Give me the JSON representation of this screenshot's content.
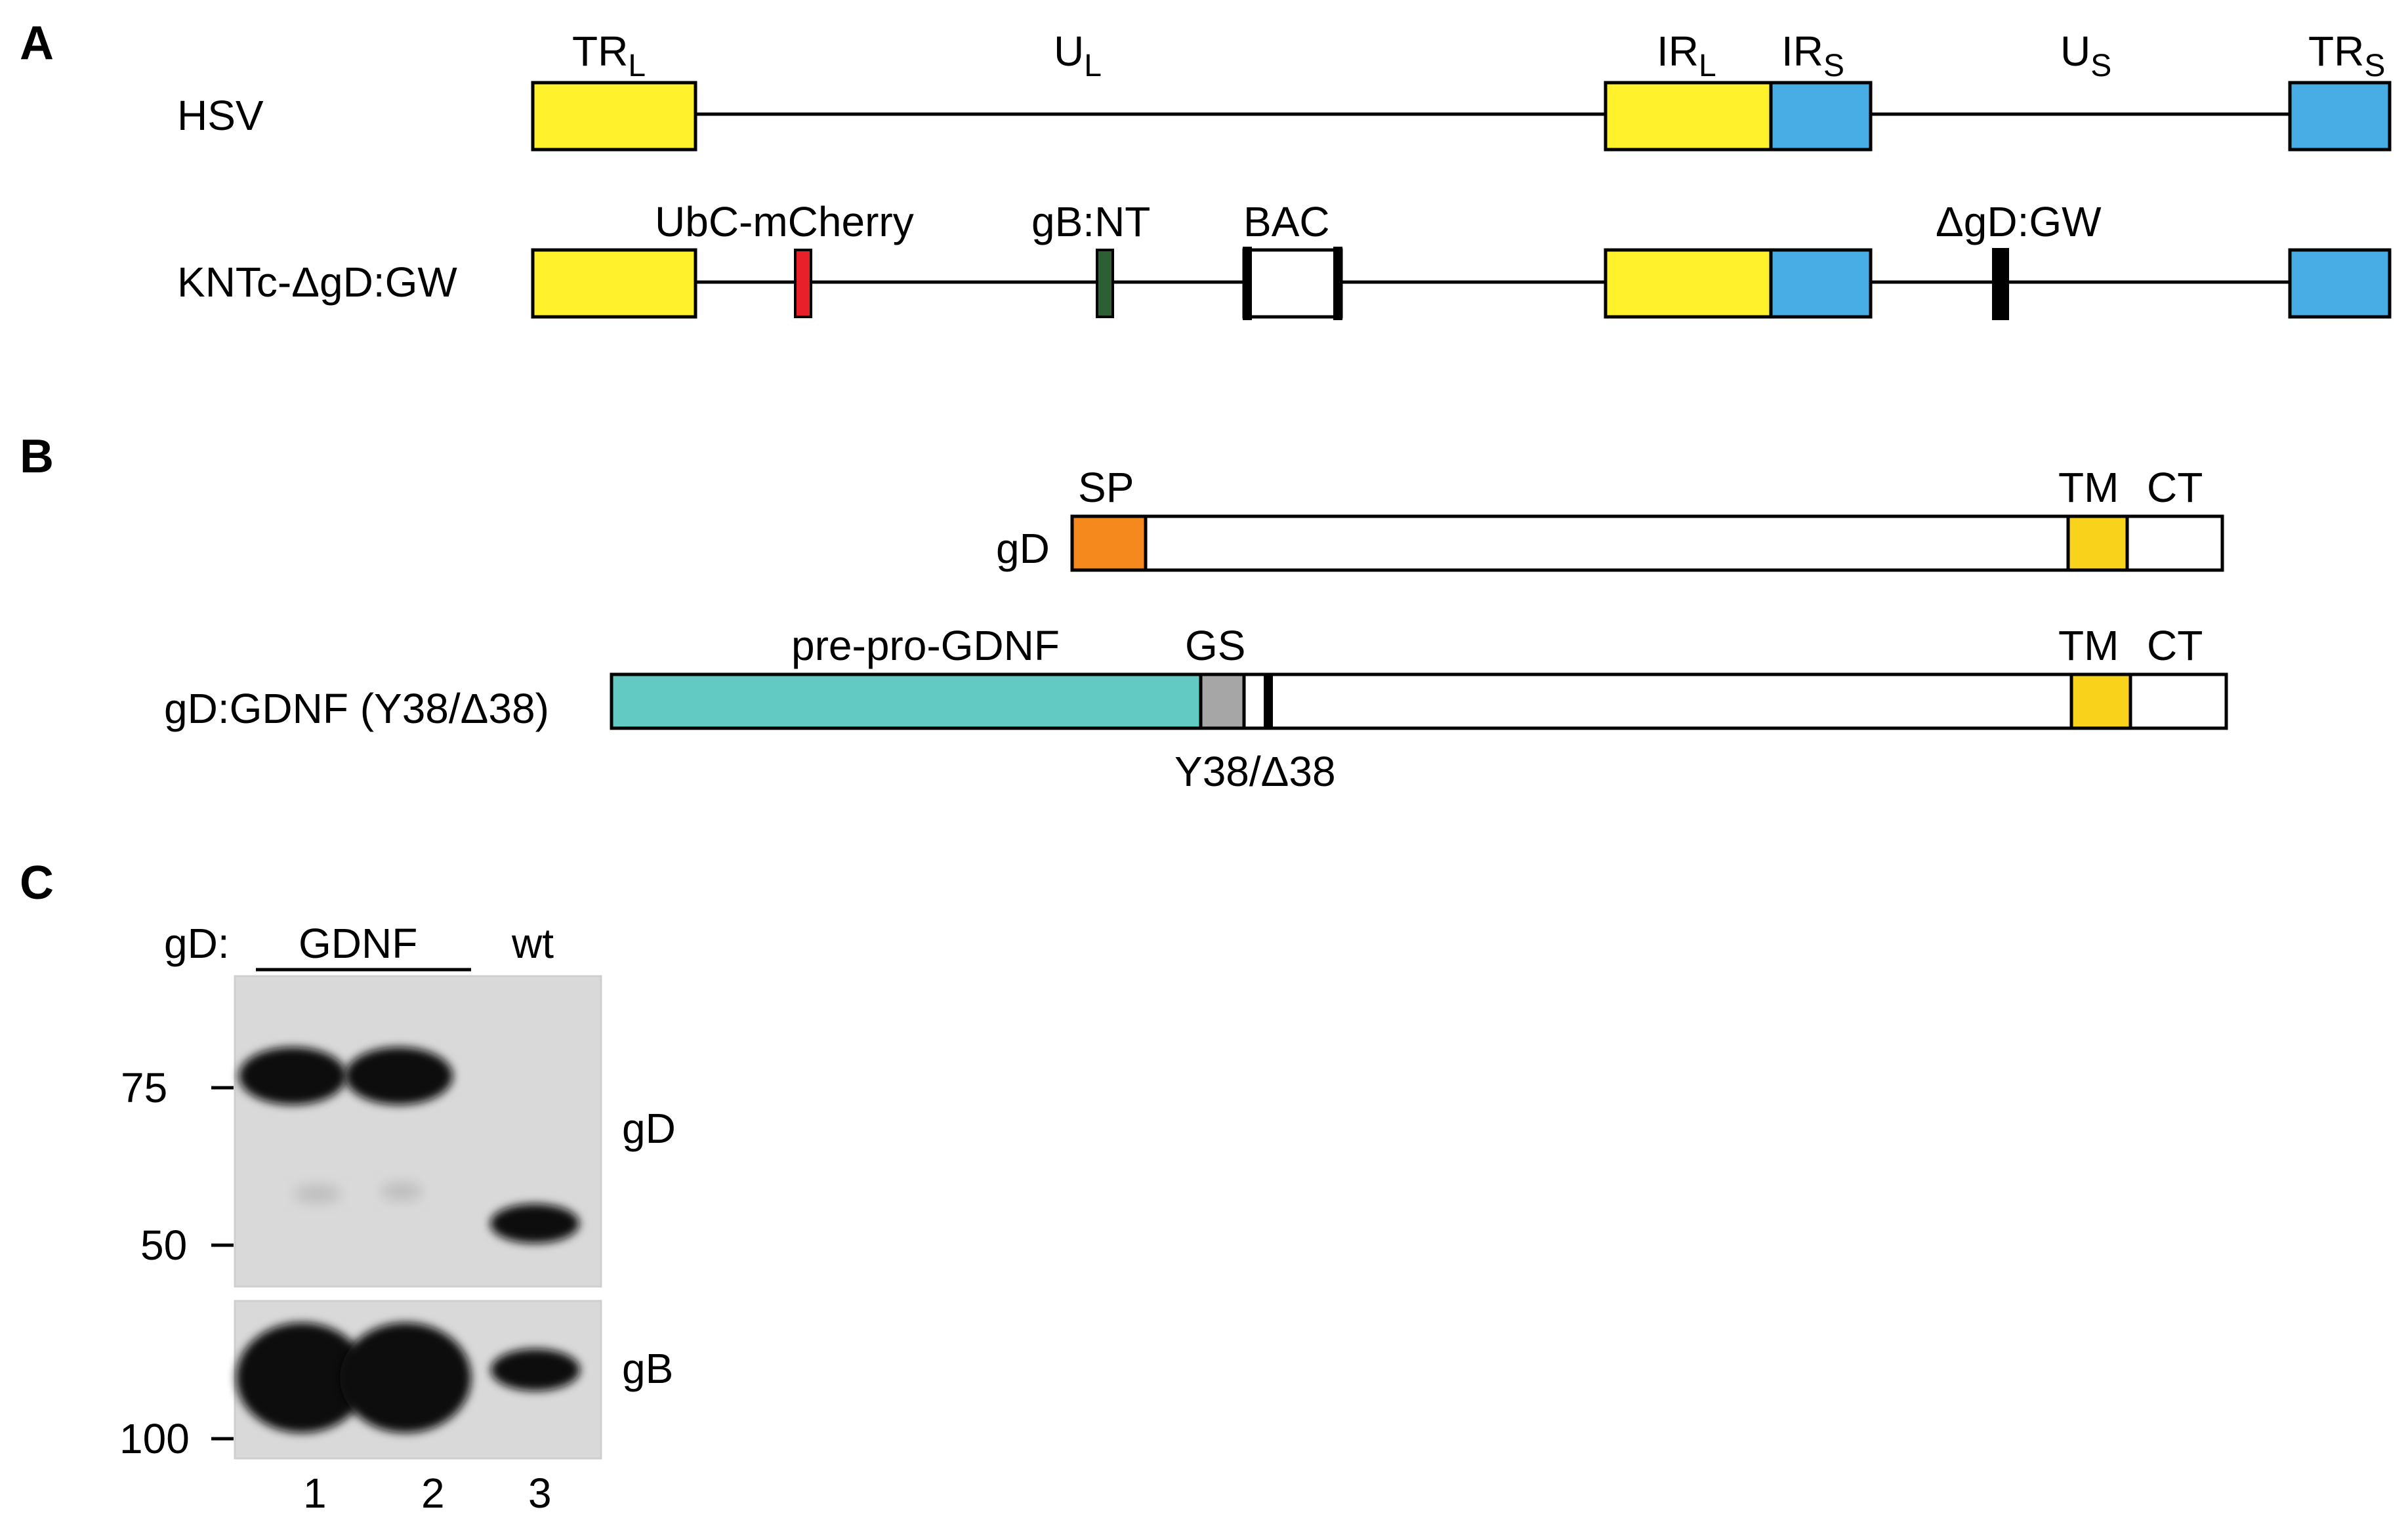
{
  "panels": {
    "a": "A",
    "b": "B",
    "c": "C"
  },
  "panel_a": {
    "rows": {
      "hsv": "HSV",
      "kntc": "KNTc-ΔgD:GW"
    },
    "regions": {
      "trl": {
        "main": "TR",
        "sub": "L"
      },
      "ul": {
        "main": "U",
        "sub": "L"
      },
      "irl": {
        "main": "IR",
        "sub": "L"
      },
      "irs": {
        "main": "IR",
        "sub": "S"
      },
      "us": {
        "main": "U",
        "sub": "S"
      },
      "trs": {
        "main": "TR",
        "sub": "S"
      }
    },
    "insertions": {
      "ubc": "UbC-mCherry",
      "gbnt": "gB:NT",
      "bac": "BAC",
      "dgd": "ΔgD:GW"
    },
    "colors": {
      "repeat_long": "#FFF22D",
      "repeat_short": "#47ADE4",
      "mcherry": "#E8202A",
      "gbnt": "#2E5E34",
      "outline": "#000000"
    }
  },
  "panel_b": {
    "rows": {
      "gd": "gD",
      "gdgdnf": "gD:GDNF (Y38/Δ38)"
    },
    "domains": {
      "sp": "SP",
      "tm1": "TM",
      "ct1": "CT",
      "pre": "pre-pro-GDNF",
      "gs": "GS",
      "tm2": "TM",
      "ct2": "CT",
      "y38": "Y38/Δ38"
    },
    "colors": {
      "sp": "#F5891E",
      "tm": "#F9D21C",
      "gdnf": "#63C9C3",
      "gs": "#A6A6A6"
    }
  },
  "panel_c": {
    "header": {
      "gd_label": "gD:",
      "gdnf": "GDNF",
      "wt": "wt"
    },
    "markers": {
      "m75": "75",
      "m50": "50",
      "m100": "100"
    },
    "blots": {
      "gd": "gD",
      "gb": "gB"
    },
    "lanes": [
      "1",
      "2",
      "3"
    ]
  }
}
